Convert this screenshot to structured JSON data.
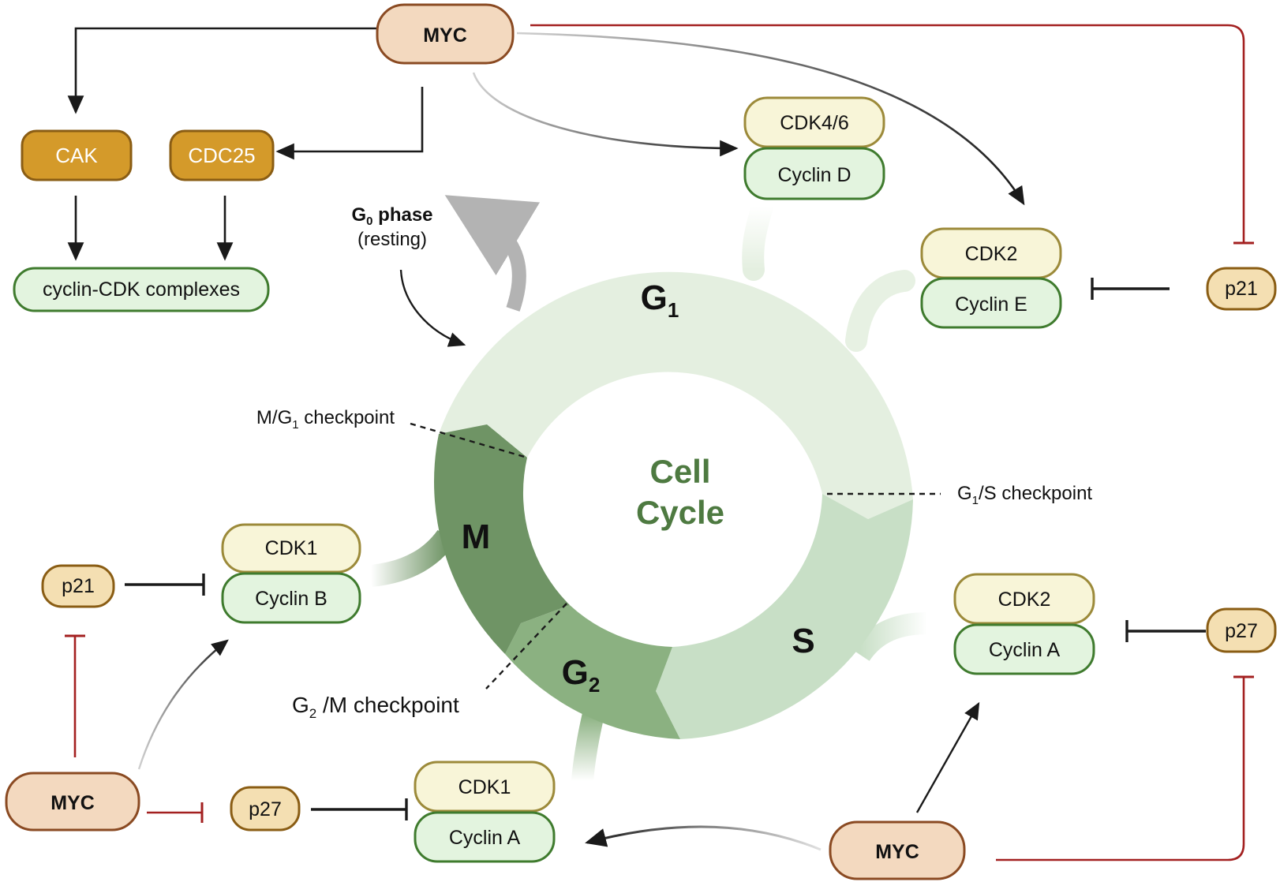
{
  "diagram": {
    "center_line1": "Cell",
    "center_line2": "Cycle",
    "phases": {
      "g1": "G",
      "g1_sub": "1",
      "s": "S",
      "g2": "G",
      "g2_sub": "2",
      "m": "M"
    },
    "g0": {
      "title": "G",
      "title_sub": "0",
      "title_rest": " phase",
      "subtitle": "(resting)"
    },
    "checkpoints": {
      "mg1": {
        "pre": "M/G",
        "sub": "1",
        "post": " checkpoint"
      },
      "g1s": {
        "pre": "G",
        "sub": "1",
        "post": "/S checkpoint"
      },
      "g2m": {
        "pre": "G",
        "sub": "2",
        "post": " /M checkpoint"
      }
    },
    "myc": {
      "top": "MYC",
      "bottom_left": "MYC",
      "bottom_right": "MYC"
    },
    "cak": "CAK",
    "cdc25": "CDC25",
    "cyclin_cdk_complexes": "cyclin-CDK complexes",
    "complexes": {
      "cdk46": "CDK4/6",
      "cyclin_d": "Cyclin D",
      "cdk2_e": "CDK2",
      "cyclin_e": "Cyclin E",
      "cdk2_a": "CDK2",
      "cyclin_a_s": "Cyclin A",
      "cdk1_a": "CDK1",
      "cyclin_a_g2": "Cyclin A",
      "cdk1_b": "CDK1",
      "cyclin_b": "Cyclin B"
    },
    "inhibitors": {
      "p21_right": "p21",
      "p21_left": "p21",
      "p27_right": "p27",
      "p27_bottom": "p27"
    }
  },
  "colors": {
    "g1": "#e4efe0",
    "s": "#c8dfc6",
    "g2": "#8bb181",
    "m": "#6f9465",
    "center_text": "#4e7a41",
    "myc_fill": "#f3d9bf",
    "myc_stroke": "#8a4a22",
    "gold_fill": "#d49a2a",
    "gold_stroke": "#8a5d14",
    "cdk_fill": "#f8f5d8",
    "cdk_stroke": "#9c8a3a",
    "cyclin_fill": "#e3f4df",
    "cyclin_stroke": "#3f7b2e",
    "p_fill": "#f4dfb2",
    "p_stroke": "#8a5d14",
    "inhibit_red": "#a32020"
  }
}
